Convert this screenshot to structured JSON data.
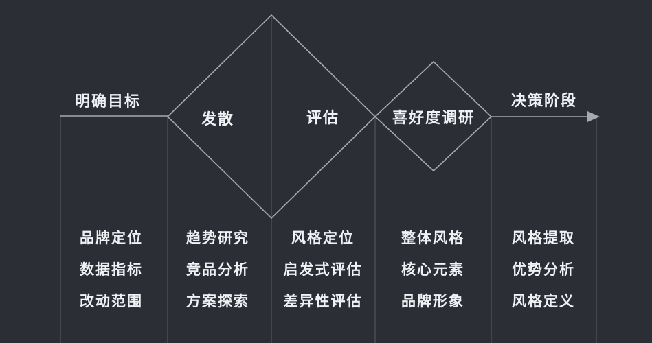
{
  "diagram_title": "double-diamond-design-process",
  "phases": [
    {
      "id": "clarify-goal",
      "label": "明确目标"
    },
    {
      "id": "diverge",
      "label": "发散"
    },
    {
      "id": "evaluate",
      "label": "评估"
    },
    {
      "id": "preference-research",
      "label": "喜好度调研"
    },
    {
      "id": "decision-stage",
      "label": "决策阶段"
    }
  ],
  "columns": [
    {
      "id": "col-clarify-goal",
      "items": [
        "品牌定位",
        "数据指标",
        "改动范围"
      ]
    },
    {
      "id": "col-diverge",
      "items": [
        "趋势研究",
        "竞品分析",
        "方案探索"
      ]
    },
    {
      "id": "col-evaluate",
      "items": [
        "风格定位",
        "启发式评估",
        "差异性评估"
      ]
    },
    {
      "id": "col-preference-research",
      "items": [
        "整体风格",
        "核心元素",
        "品牌形象"
      ]
    },
    {
      "id": "col-decision-stage",
      "items": [
        "风格提取",
        "优势分析",
        "风格定义"
      ]
    }
  ],
  "colors": {
    "background": "#2c2e35",
    "line_bright": "#a7a9af",
    "line_faint": "#53555c",
    "text": "#f0f1f4"
  }
}
